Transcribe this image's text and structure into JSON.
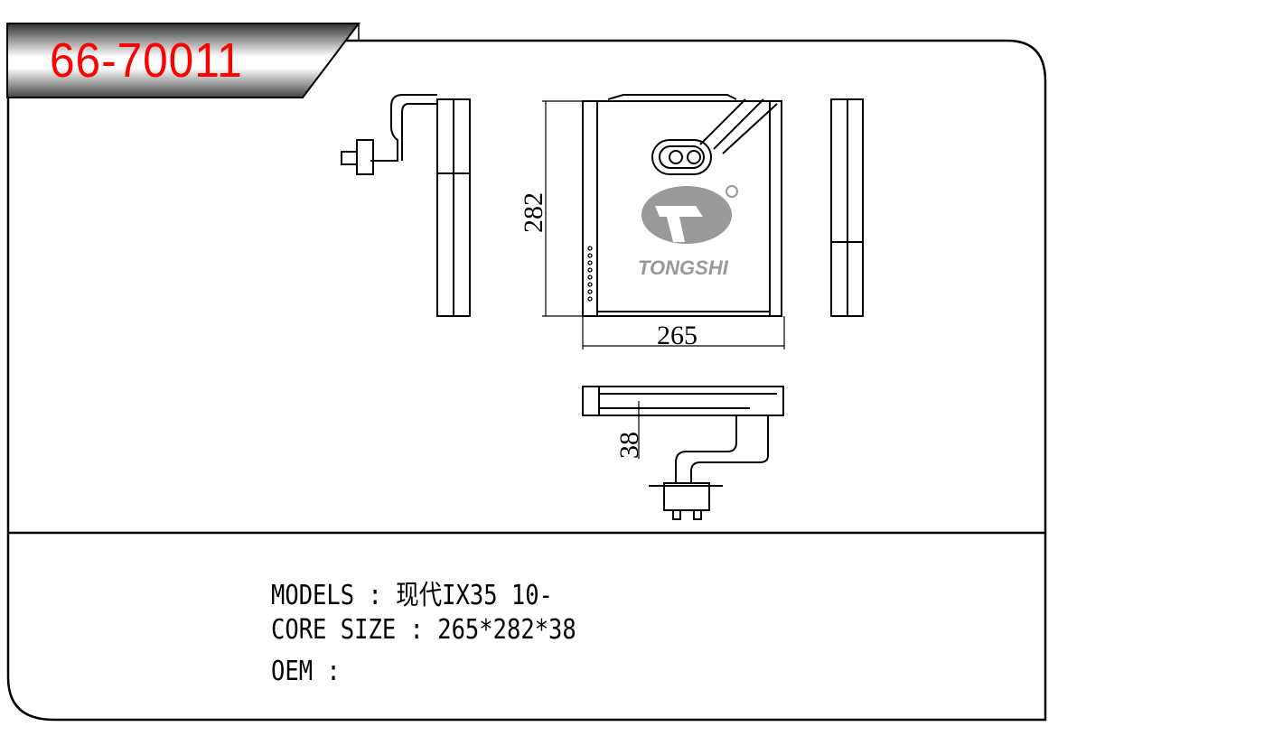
{
  "part_number": "66-70011",
  "dimensions": {
    "height": "282",
    "width": "265",
    "depth": "38"
  },
  "logo": {
    "brand": "TONGSHI",
    "registered": "®"
  },
  "specs": {
    "models": "MODELS : 现代IX35 10-",
    "core_size": "CORE SIZE : 265*282*38",
    "oem": "OEM :"
  },
  "colors": {
    "part_number": "#ff0000",
    "logo": "#999999"
  }
}
